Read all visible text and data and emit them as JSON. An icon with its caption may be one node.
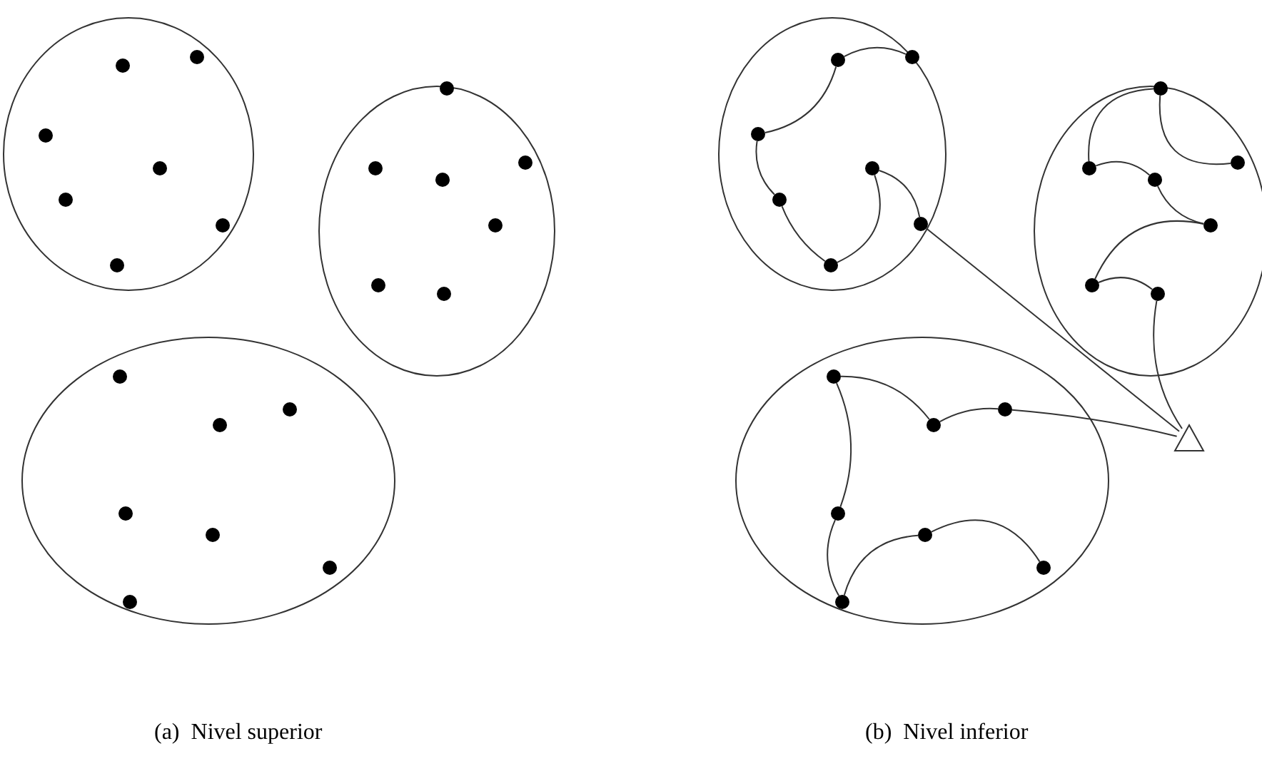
{
  "diagram": {
    "nodes": [
      {
        "text": [],
        "shape": "ellipse"
      },
      {
        "text": [],
        "shape": "circle",
        "in": 0
      },
      {
        "text": [],
        "shape": "circle",
        "in": 0
      },
      {
        "text": [],
        "shape": "circle",
        "in": 0
      },
      {
        "text": [],
        "shape": "circle",
        "in": 0
      },
      {
        "text": [],
        "shape": "circle",
        "in": 0
      },
      {
        "text": [],
        "shape": "circle",
        "in": 0
      },
      {
        "text": [],
        "shape": "circle",
        "in": 0
      },
      {
        "text": [],
        "shape": "ellipse"
      },
      {
        "text": [],
        "shape": "circle",
        "in": 8
      },
      {
        "text": [],
        "shape": "circle",
        "in": 8
      },
      {
        "text": [],
        "shape": "circle",
        "in": 8
      },
      {
        "text": [],
        "shape": "circle",
        "in": 8
      },
      {
        "text": [],
        "shape": "circle",
        "in": 8
      },
      {
        "text": [],
        "shape": "circle",
        "in": 8
      },
      {
        "text": [],
        "shape": "circle",
        "in": 8
      },
      {
        "text": [],
        "shape": "ellipse"
      },
      {
        "text": [],
        "shape": "circle",
        "in": 16
      },
      {
        "text": [],
        "shape": "circle",
        "in": 16
      },
      {
        "text": [],
        "shape": "circle",
        "in": 16
      },
      {
        "text": [],
        "shape": "circle",
        "in": 16
      },
      {
        "text": [],
        "shape": "circle",
        "in": 16
      },
      {
        "text": [],
        "shape": "circle",
        "in": 16
      },
      {
        "text": [],
        "shape": "circle",
        "in": 16
      },
      {
        "text": [],
        "shape": "ellipse"
      },
      {
        "text": [],
        "shape": "circle",
        "in": 24
      },
      {
        "text": [],
        "shape": "circle",
        "in": 24
      },
      {
        "text": [],
        "shape": "circle",
        "in": 24
      },
      {
        "text": [],
        "shape": "circle",
        "in": 24
      },
      {
        "text": [],
        "shape": "circle",
        "in": 24
      },
      {
        "text": [],
        "shape": "circle",
        "in": 24
      },
      {
        "text": [],
        "shape": "circle",
        "in": 24
      },
      {
        "text": [],
        "shape": "ellipse"
      },
      {
        "text": [],
        "shape": "circle",
        "in": 32
      },
      {
        "text": [],
        "shape": "circle",
        "in": 32
      },
      {
        "text": [],
        "shape": "circle",
        "in": 32
      },
      {
        "text": [],
        "shape": "circle",
        "in": 32
      },
      {
        "text": [],
        "shape": "circle",
        "in": 32
      },
      {
        "text": [],
        "shape": "circle",
        "in": 32
      },
      {
        "text": [],
        "shape": "circle",
        "in": 32
      },
      {
        "text": [],
        "shape": "ellipse"
      },
      {
        "text": [],
        "shape": "circle",
        "in": 40
      },
      {
        "text": [],
        "shape": "circle",
        "in": 40
      },
      {
        "text": [],
        "shape": "circle",
        "in": 40
      },
      {
        "text": [],
        "shape": "circle",
        "in": 40
      },
      {
        "text": [],
        "shape": "circle",
        "in": 40
      },
      {
        "text": [],
        "shape": "circle",
        "in": 40
      },
      {
        "text": [],
        "shape": "circle",
        "in": 40
      },
      {
        "text": [],
        "shape": "triangle"
      }
    ],
    "edges": [
      {
        "from": 25,
        "to": 26,
        "arrow": "none"
      },
      {
        "from": 26,
        "to": 27,
        "arrow": "none"
      },
      {
        "from": 27,
        "to": 29,
        "arrow": "none"
      },
      {
        "from": 29,
        "to": 31,
        "arrow": "none"
      },
      {
        "from": 31,
        "to": 28,
        "arrow": "none"
      },
      {
        "from": 28,
        "to": 30,
        "arrow": "none"
      },
      {
        "from": 30,
        "to": 48,
        "arrow": "none"
      },
      {
        "from": 34,
        "to": 33,
        "arrow": "none"
      },
      {
        "from": 33,
        "to": 35,
        "arrow": "none"
      },
      {
        "from": 35,
        "to": 36,
        "arrow": "none"
      },
      {
        "from": 36,
        "to": 37,
        "arrow": "none"
      },
      {
        "from": 37,
        "to": 38,
        "arrow": "none"
      },
      {
        "from": 38,
        "to": 39,
        "arrow": "none"
      },
      {
        "from": 39,
        "to": 48,
        "arrow": "none"
      },
      {
        "from": 41,
        "to": 43,
        "arrow": "none"
      },
      {
        "from": 43,
        "to": 42,
        "arrow": "none"
      },
      {
        "from": 42,
        "to": 48,
        "arrow": "none"
      },
      {
        "from": 41,
        "to": 44,
        "arrow": "none"
      },
      {
        "from": 44,
        "to": 47,
        "arrow": "none"
      },
      {
        "from": 47,
        "to": 45,
        "arrow": "none"
      },
      {
        "from": 45,
        "to": 46,
        "arrow": "none"
      }
    ],
    "labels": [
      "(a)  Nivel superior",
      "(b)  Nivel inferior"
    ]
  }
}
